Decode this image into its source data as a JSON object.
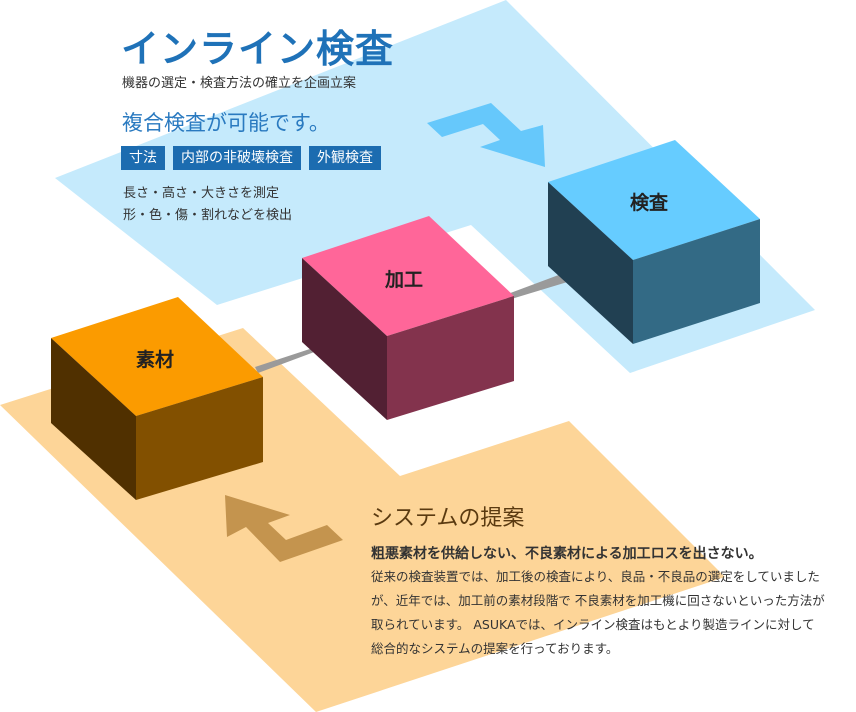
{
  "colors": {
    "blue_plane": "#c5eafc",
    "orange_plane": "#fdd598",
    "title_blue": "#1f72b8",
    "tag_blue": "#1c6cb0",
    "arrow_blue": "#66c8fb",
    "arrow_brown": "#c4944e",
    "connector_gray": "#999999"
  },
  "inspection": {
    "title": "インライン検査",
    "subtitle": "機器の選定・検査方法の確立を企画立案",
    "lead": "複合検査が可能です。",
    "tags": [
      "寸法",
      "内部の非破壊検査",
      "外観検査"
    ],
    "notes": [
      "長さ・高さ・大きさを測定",
      "形・色・傷・割れなどを検出"
    ]
  },
  "cubes": [
    {
      "label": "素材",
      "top": "#fb9b00",
      "left": "#503000",
      "right": "#825000"
    },
    {
      "label": "加工",
      "top": "#ff6699",
      "left": "#522033",
      "right": "#83334d"
    },
    {
      "label": "検査",
      "top": "#66ccff",
      "left": "#214052",
      "right": "#336a85"
    }
  ],
  "system": {
    "title": "システムの提案",
    "lead": "粗悪素材を供給しない、不良素材による加工ロスを出さない。",
    "body": [
      "従来の検査装置では、加工後の検査により、良品・不良品の選定をしていました",
      "が、近年では、加工前の素材段階で 不良素材を加工機に回さないといった方法が",
      "取られています。 ASUKAでは、インライン検査はもとより製造ラインに対して",
      "総合的なシステムの提案を行っております。"
    ]
  }
}
